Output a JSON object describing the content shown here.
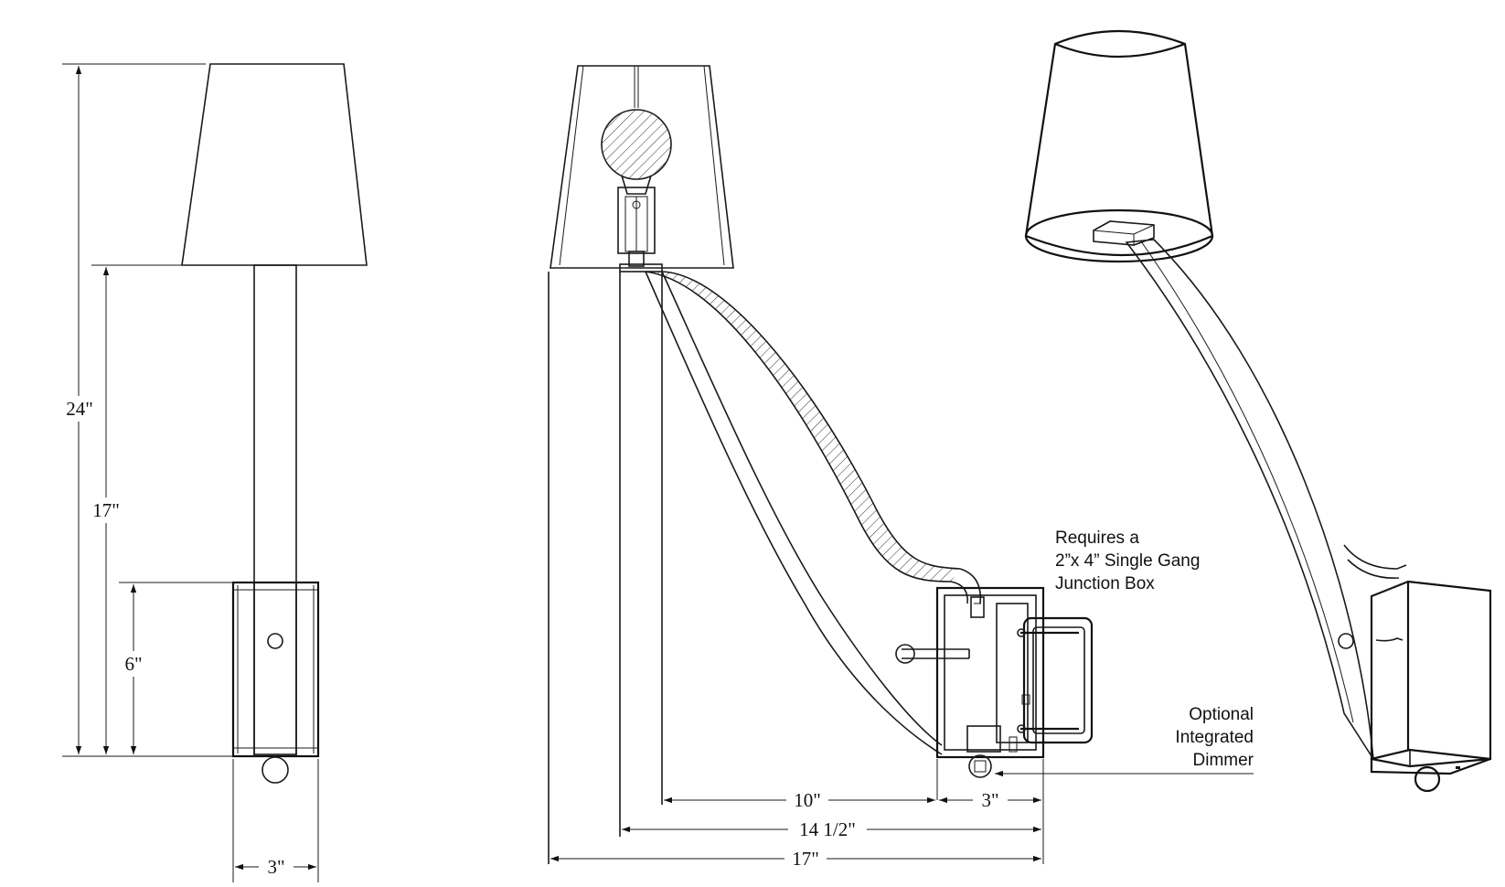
{
  "front_view": {
    "dim_overall_height": "24\"",
    "dim_arm_height": "17\"",
    "dim_backplate_height": "6\"",
    "dim_backplate_width": "3\""
  },
  "side_view": {
    "dim_arm_projection": "10\"",
    "dim_box_depth": "3\"",
    "dim_center_projection": "14 1/2\"",
    "dim_overall_projection": "17\""
  },
  "notes": {
    "junction_box": [
      "Requires a",
      "2”x 4” Single Gang",
      "Junction Box"
    ],
    "dimmer": [
      "Optional",
      "Integrated",
      "Dimmer"
    ]
  }
}
